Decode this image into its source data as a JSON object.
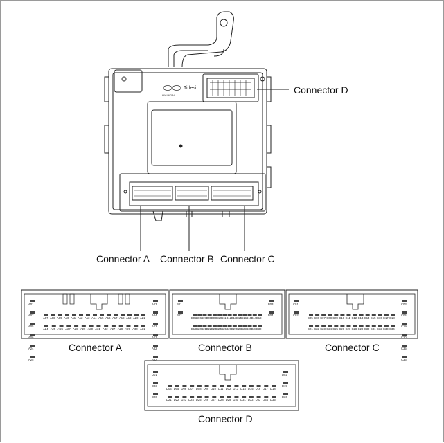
{
  "callouts": {
    "connector_a": "Connector A",
    "connector_b": "Connector B",
    "connector_c": "Connector C",
    "connector_d": "Connector D"
  },
  "module": {
    "logo_text": "Tidesi",
    "maker_text": "HYUNDAI"
  },
  "connectors": {
    "a": {
      "caption": "Connector A",
      "corner_left": [
        "A01",
        "A02",
        "A05",
        "A06",
        "A24",
        "A25"
      ],
      "corner_right": [
        "A03",
        "A04",
        "A22",
        "A23",
        "A32",
        "A33"
      ],
      "row1": [
        "A07",
        "A08",
        "A09",
        "A10",
        "A11",
        "A12",
        "A13",
        "A14",
        "A15",
        "A16",
        "A17",
        "A18",
        "A19",
        "A20",
        "A21"
      ],
      "row2": [
        "A24",
        "A25",
        "A26",
        "A27",
        "A28",
        "A29",
        "A30",
        "A31",
        "A32",
        "A27",
        "A28",
        "A29",
        "A30",
        "A31"
      ]
    },
    "b": {
      "caption": "Connector B",
      "corner_left": [
        "B01",
        "B02"
      ],
      "corner_right": [
        "B03",
        "B04"
      ],
      "row1": [
        "B05",
        "B06",
        "B07",
        "B08",
        "B09",
        "B10",
        "B11",
        "B12",
        "B13",
        "B14",
        "B15",
        "B16",
        "B17",
        "B18"
      ],
      "row2": [
        "B19",
        "B20",
        "B21",
        "B22",
        "B23",
        "B24",
        "B25",
        "B26",
        "B27",
        "B28",
        "B29",
        "B30",
        "B31",
        "B32"
      ]
    },
    "c": {
      "caption": "Connector C",
      "corner_left": [
        "C01",
        "C02"
      ],
      "corner_right": [
        "C03",
        "C04",
        "C19",
        "C20",
        "C35",
        "C36"
      ],
      "row1": [
        "C05",
        "C06",
        "C07",
        "C08",
        "C09",
        "C10",
        "C11",
        "C12",
        "C13",
        "C14",
        "C15",
        "C16",
        "C17",
        "C18"
      ],
      "row2": [
        "C21",
        "C22",
        "C23",
        "C24",
        "C25",
        "C26",
        "C27",
        "C28",
        "C29",
        "C30",
        "C31",
        "C32",
        "C33",
        "C34"
      ]
    },
    "d": {
      "caption": "Connector D",
      "corner_left": [
        "D01",
        "D03",
        "D20"
      ],
      "corner_right": [
        "D02",
        "D19",
        "D36"
      ],
      "row1": [
        "D04",
        "D05",
        "D06",
        "D07",
        "D08",
        "D09",
        "D10",
        "D11",
        "D12",
        "D13",
        "D14",
        "D15",
        "D16",
        "D17",
        "D18"
      ],
      "row2": [
        "D21",
        "D22",
        "D23",
        "D24",
        "D25",
        "D26",
        "D27",
        "D28",
        "D29",
        "D30",
        "D31",
        "D32",
        "D33",
        "D34",
        "D35"
      ]
    }
  }
}
